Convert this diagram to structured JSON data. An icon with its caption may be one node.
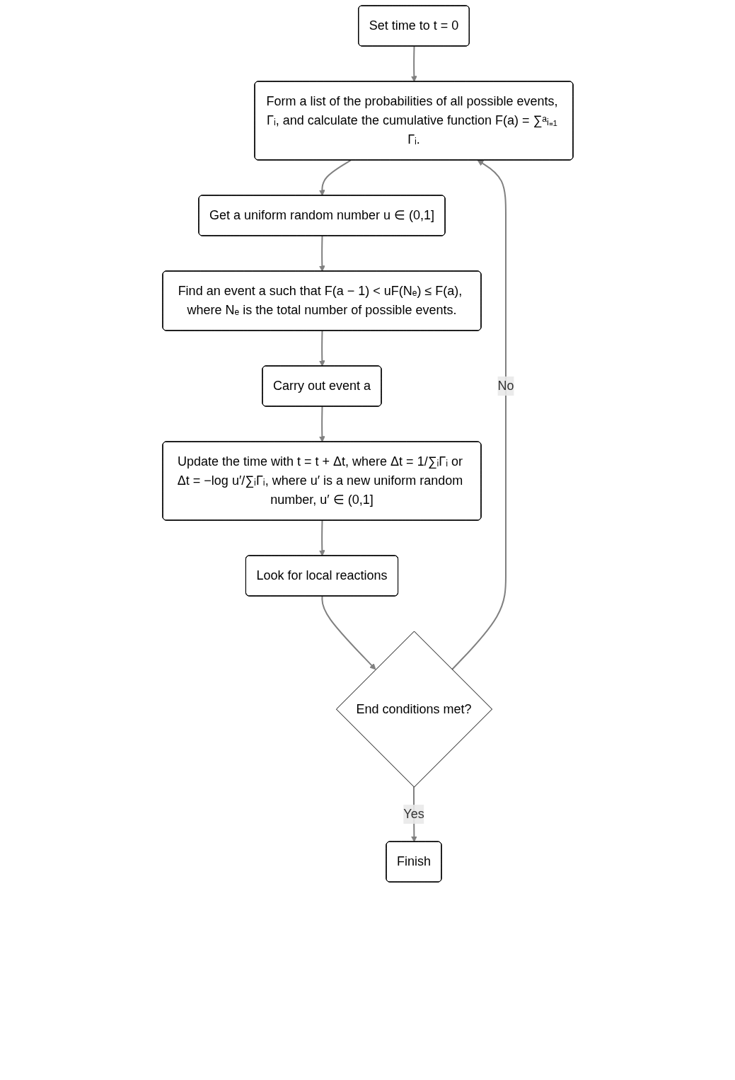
{
  "diagram": {
    "nodes": [
      {
        "text": [
          "Set time to t = 0"
        ]
      },
      {
        "text": [
          "Form a list of the probabilities of all possible events, Γᵢ, and calculate the cumulative function F(a) = ∑ᵃᵢ₌₁ Γᵢ."
        ]
      },
      {
        "text": [
          "Get a uniform random number u ∈ (0,1]"
        ]
      },
      {
        "text": [
          "Find an event a such that F(a − 1) < uF(Nₑ) ≤ F(a), where Nₑ is the total number of possible events."
        ]
      },
      {
        "text": [
          "Carry out event a"
        ]
      },
      {
        "text": [
          "Update the time with t = t + Δt, where Δt = 1/∑ᵢΓᵢ or Δt = −log u′/∑ᵢΓᵢ, where u′ is a new uniform random number, u′ ∈ (0,1]"
        ]
      },
      {
        "text": [
          "Look for local reactions"
        ]
      },
      {
        "text": [
          "End conditions met?"
        ]
      },
      {
        "text": [
          "Finish"
        ]
      }
    ],
    "edges": [
      {
        "from": 0,
        "to": 1,
        "arrow": "to"
      },
      {
        "from": 1,
        "to": 2,
        "arrow": "to"
      },
      {
        "from": 2,
        "to": 3,
        "arrow": "to"
      },
      {
        "from": 3,
        "to": 4,
        "arrow": "to"
      },
      {
        "from": 4,
        "to": 5,
        "arrow": "to"
      },
      {
        "from": 5,
        "to": 6,
        "arrow": "to"
      },
      {
        "from": 6,
        "to": 7,
        "arrow": "to"
      },
      {
        "from": 7,
        "to": 1,
        "arrow": "to",
        "label": "No"
      },
      {
        "from": 7,
        "to": 8,
        "arrow": "to",
        "label": "Yes"
      }
    ]
  }
}
